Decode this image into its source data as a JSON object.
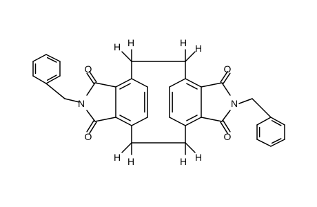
{
  "structure": {
    "atom_labels": {
      "hydrogen": "H",
      "nitrogen": "N",
      "oxygen": "O"
    }
  }
}
